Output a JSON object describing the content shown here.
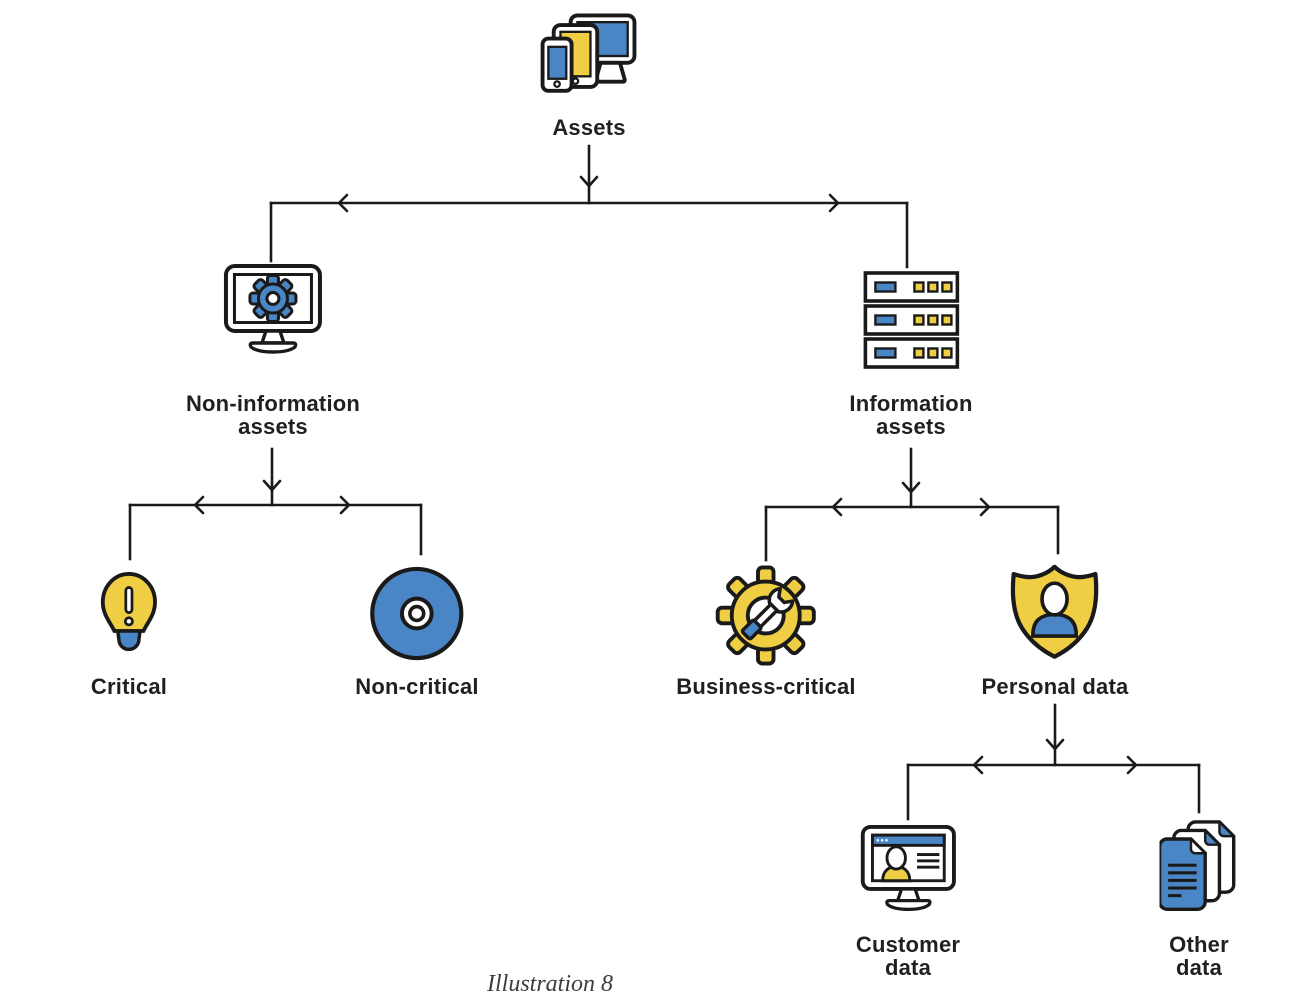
{
  "caption": "Illustration 8",
  "colors": {
    "blue": "#4A86C5",
    "yellow": "#EFCE44",
    "outline": "#1B1A1A",
    "label_text": "#221F20",
    "caption_text": "#3D3D3F"
  },
  "nodes": {
    "assets": {
      "label": "Assets",
      "icon": "devices-icon",
      "parent": null
    },
    "non_information_assets": {
      "label": "Non-information\nassets",
      "icon": "monitor-gear-icon",
      "parent": "assets"
    },
    "information_assets": {
      "label": "Information\nassets",
      "icon": "server-stack-icon",
      "parent": "assets"
    },
    "critical": {
      "label": "Critical",
      "icon": "lightbulb-exclamation-icon",
      "parent": "non_information_assets"
    },
    "non_critical": {
      "label": "Non-critical",
      "icon": "disc-icon",
      "parent": "non_information_assets"
    },
    "business_critical": {
      "label": "Business-critical",
      "icon": "gear-wrench-icon",
      "parent": "information_assets"
    },
    "personal_data": {
      "label": "Personal data",
      "icon": "shield-person-icon",
      "parent": "information_assets"
    },
    "customer_data": {
      "label": "Customer\ndata",
      "icon": "monitor-profile-icon",
      "parent": "personal_data"
    },
    "other_data": {
      "label": "Other data",
      "icon": "documents-icon",
      "parent": "personal_data"
    }
  }
}
